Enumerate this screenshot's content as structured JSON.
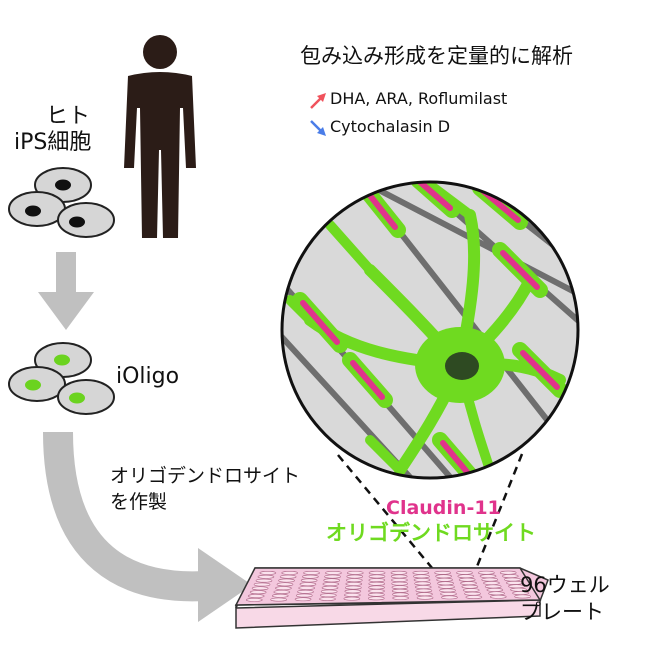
{
  "labels": {
    "human": "ヒト",
    "ipsc": "iPS細胞",
    "ioligo": "iOligo",
    "make_line1": "オリゴデンドロサイト",
    "make_line2": "を作製",
    "assay_title": "包み込み形成を定量的に解析",
    "legend_up": "DHA, ARA, Roflumilast",
    "legend_down": "Cytochalasin D",
    "claudin": "Claudin-11",
    "oligo_label": "オリゴデンドロサイト",
    "plate_line1": "96ウェル",
    "plate_line2": "プレート"
  },
  "colors": {
    "human_silhouette": "#2b1c17",
    "arrow_gray": "#c0c0c0",
    "cell_gray": "#d6d6d6",
    "nucleus_black": "#111111",
    "nucleus_green": "#6bd31f",
    "oligodendrocyte_green": "#6fda20",
    "claudin_magenta": "#e0338c",
    "axon_gray": "#6e6e6e",
    "plate_pink": "#f3c7dd",
    "legend_up_arrow": "#f0525c",
    "legend_down_arrow": "#4a7de8"
  }
}
